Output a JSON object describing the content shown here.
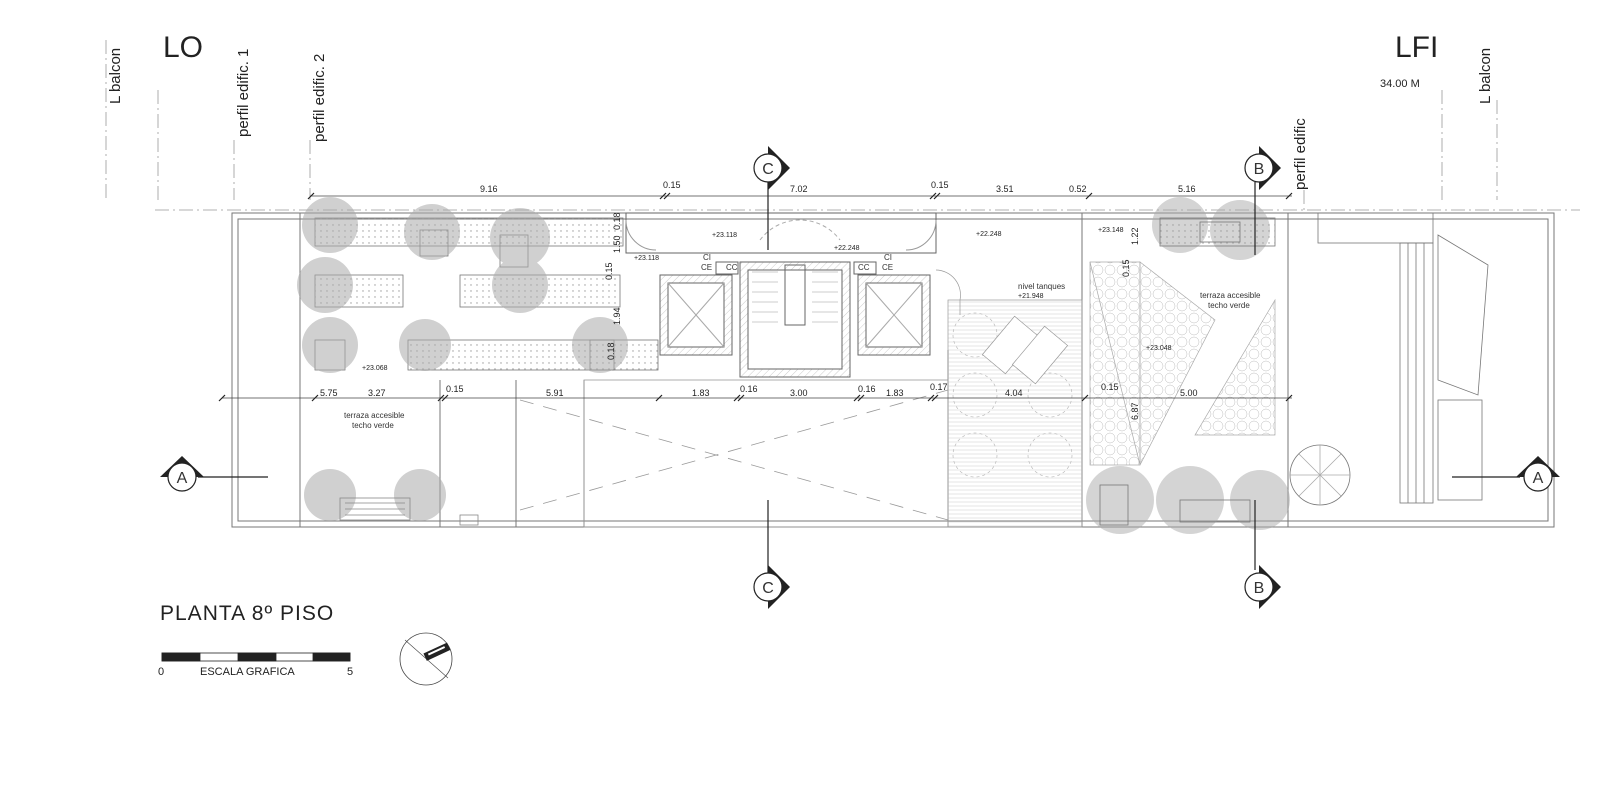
{
  "reference_lines": {
    "lo": "LO",
    "lfi": "LFI",
    "l_balcon_left": "L balcon",
    "l_balcon_right": "L balcon",
    "perfil_1": "perfil edific. 1",
    "perfil_2": "perfil edific. 2",
    "perfil_edific": "perfil edific",
    "distance": "34.00 M"
  },
  "dimensions_top": [
    "9.16",
    "0.15",
    "7.02",
    "0.15",
    "3.51",
    "0.52",
    "5.16"
  ],
  "dimensions_mid": [
    "5.75",
    "3.27",
    "0.15",
    "5.91",
    "1.83",
    "0.16",
    "3.00",
    "0.16",
    "1.83",
    "0.17",
    "4.04",
    "0.15",
    "5.00"
  ],
  "dimensions_vertical": [
    "0.18",
    "1.50",
    "0.15",
    "1.94",
    "0.18",
    "1.22",
    "0.15",
    "6.87"
  ],
  "levels": [
    "+23.118",
    "+23.118",
    "+22.248",
    "+22.248",
    "+23.148",
    "+21.948",
    "+23.068",
    "+23.048"
  ],
  "labels": {
    "terraza_left_1": "terraza accesible",
    "terraza_left_2": "techo verde",
    "terraza_right_1": "terraza accesible",
    "terraza_right_2": "techo verde",
    "nivel_tanques": "nivel tanques",
    "ci_1": "CI",
    "ce_1": "CE",
    "cc_1": "CC",
    "ci_2": "CI",
    "ce_2": "CE",
    "cc_2": "CC"
  },
  "sections": {
    "a_left": "A",
    "a_right": "A",
    "b_top": "B",
    "b_bottom": "B",
    "c_top": "C",
    "c_bottom": "C"
  },
  "title": "PLANTA 8º PISO",
  "scale": {
    "label": "ESCALA GRAFICA",
    "start": "0",
    "end": "5"
  }
}
